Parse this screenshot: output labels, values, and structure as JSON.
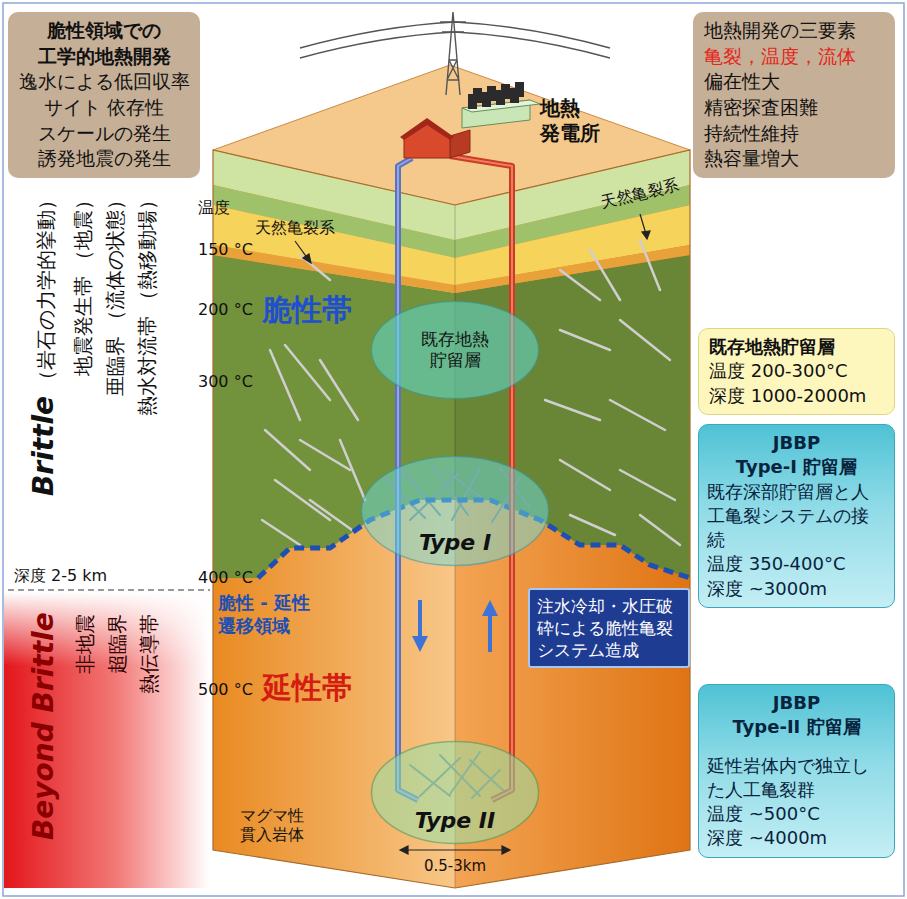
{
  "diagram": {
    "nodes": [
      {
        "text": [
          "脆性領域での 工学的地熱開発",
          "逸水による低回収率",
          "サイト 依存性",
          "スケールの発生",
          "誘発地震の発生"
        ]
      },
      {
        "text": [
          "地熱開発の三要素",
          "亀裂，温度，流体",
          "偏在性大",
          "精密探査困難",
          "持続性維持",
          "熱容量増大"
        ]
      },
      {
        "text": [
          "既存地熱 貯留層"
        ]
      },
      {
        "text": [
          "Type I"
        ]
      },
      {
        "text": [
          "注水冷却・水圧破砕による脆性亀裂 システム造成"
        ]
      },
      {
        "text": [
          "Type II"
        ]
      },
      {
        "text": [
          "既存地熱貯留層",
          "温度 200-300°C",
          "深度 1000-2000m"
        ]
      },
      {
        "text": [
          "JBBP",
          "Type-I 貯留層",
          "既存深部貯留層と人工亀裂システムの接続",
          "温度 350-400°C",
          "深度 ~3000m"
        ]
      },
      {
        "text": [
          "JBBP",
          "Type-II 貯留層",
          "延性岩体内で独立した人工亀裂群",
          "温度 ~500°C",
          "深度 ~4000m"
        ]
      }
    ],
    "labels": [
      "Brittle",
      "（岩石の力学的挙動）",
      "地震発生帯",
      "（地震）",
      "亜臨界",
      "（流体の状態）",
      "熱水対流帯",
      "（熱移動場）",
      "温度",
      "150 °C",
      "200 °C",
      "300 °C",
      "深度 2-5 km",
      "400 °C",
      "500 °C",
      "Beyond Brittle",
      "非地震",
      "超臨界",
      "熱伝導帯",
      "天然亀裂系",
      "天然亀裂系",
      "地熱 発電所",
      "脆性帯",
      "脆性 - 延性 遷移領域",
      "延性帯",
      "マグマ性 貫入岩体",
      "0.5-3km"
    ]
  }
}
